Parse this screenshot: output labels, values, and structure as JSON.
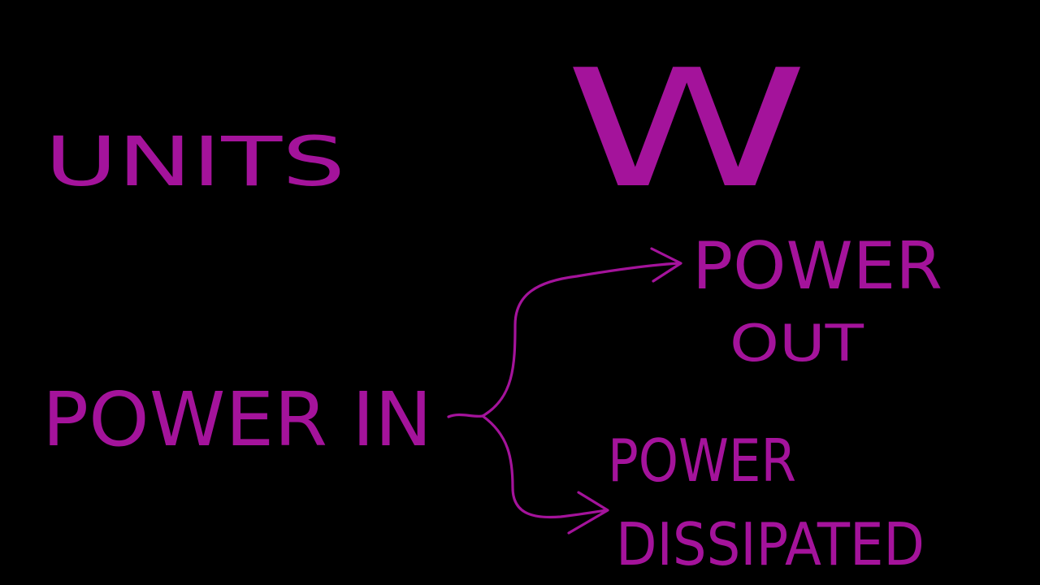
{
  "diagram": {
    "ink_color": "#a4139b",
    "background": "#000000",
    "units_label": "UNITS",
    "units_symbol": "W",
    "power_in": "POWER IN",
    "power_out_line1": "POWER",
    "power_out_line2": "OUT",
    "power_dissipated_line1": "POWER",
    "power_dissipated_line2": "DISSIPATED"
  }
}
